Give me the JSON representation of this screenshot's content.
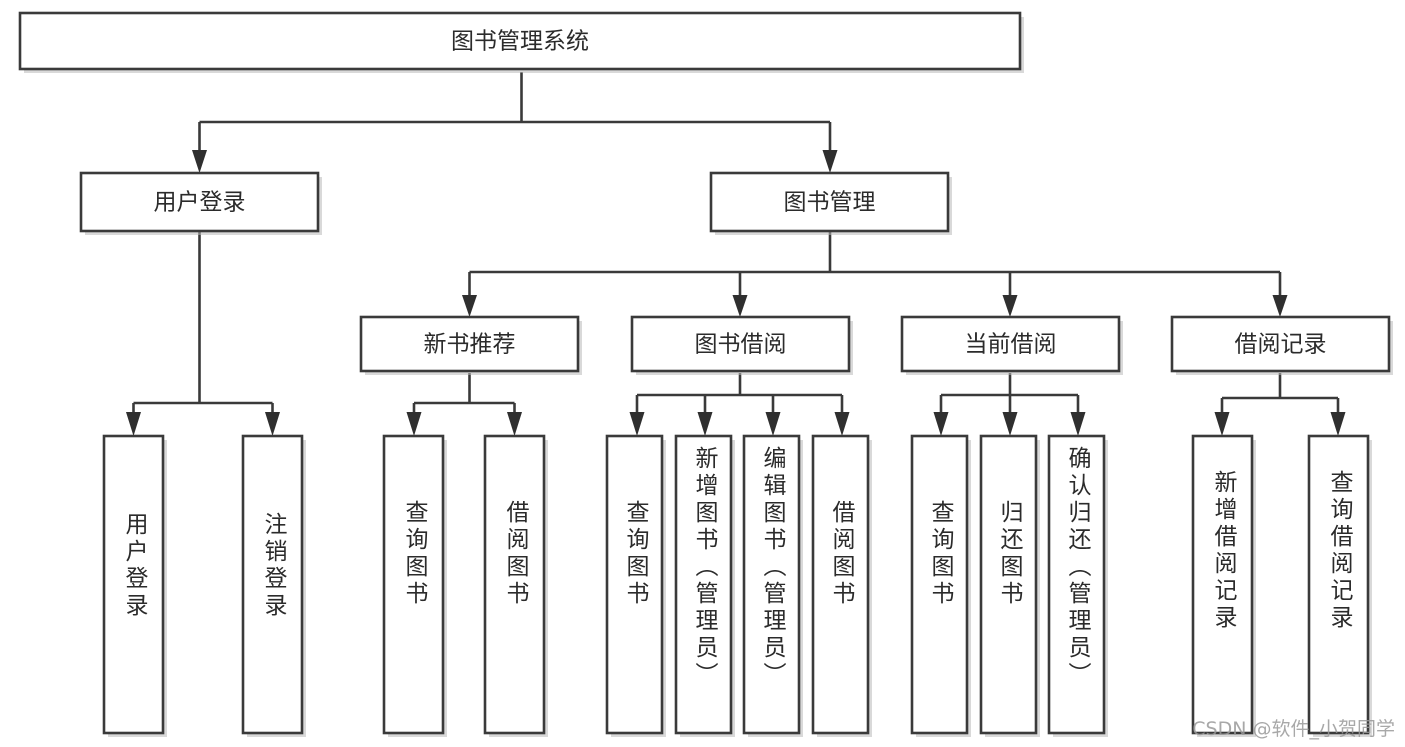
{
  "diagram": {
    "title": "图书管理系统",
    "type": "tree-hierarchy-chart",
    "colors": {
      "box_fill": "#ffffff",
      "box_stroke": "#3a3a3a",
      "text": "#2b2b2b",
      "connector": "#3a3a3a",
      "watermark": "#9a9a9a",
      "background": "#ffffff"
    },
    "watermark": "CSDN @软件_小贺同学",
    "root": {
      "label": "图书管理系统"
    },
    "level2": [
      {
        "label": "用户登录"
      },
      {
        "label": "图书管理"
      }
    ],
    "level3": [
      {
        "label": "新书推荐"
      },
      {
        "label": "图书借阅"
      },
      {
        "label": "当前借阅"
      },
      {
        "label": "借阅记录"
      }
    ],
    "leaves": {
      "user_login": [
        {
          "label": "用户登录"
        },
        {
          "label": "注销登录"
        }
      ],
      "new_book_recommend": [
        {
          "label": "查询图书"
        },
        {
          "label": "借阅图书"
        }
      ],
      "book_borrow": [
        {
          "label": "查询图书"
        },
        {
          "label": "新增图书（管理员）"
        },
        {
          "label": "编辑图书（管理员）"
        },
        {
          "label": "借阅图书"
        }
      ],
      "current_borrow": [
        {
          "label": "查询图书"
        },
        {
          "label": "归还图书"
        },
        {
          "label": "确认归还（管理员）"
        }
      ],
      "borrow_record": [
        {
          "label": "新增借阅记录"
        },
        {
          "label": "查询借阅记录"
        }
      ]
    }
  }
}
